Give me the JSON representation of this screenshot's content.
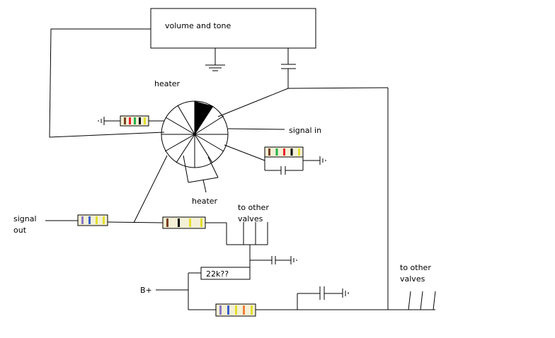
{
  "labels": {
    "volume_tone": "volume and tone",
    "heater_top": "heater",
    "heater_bottom": "heater",
    "signal_in": "signal in",
    "signal_out_line1": "signal",
    "signal_out_line2": "out",
    "other_valves_mid_line1": "to other",
    "other_valves_mid_line2": "valves",
    "other_valves_right_line1": "to other",
    "other_valves_right_line2": "valves",
    "resistor_value": "22k??",
    "supply": "B+"
  },
  "colors": {
    "wire": "#000000",
    "resistor_body": "#f4f0d6",
    "band_brown": "#7b3f1e",
    "band_black": "#000000",
    "band_green": "#22b04a",
    "band_red": "#e8202a",
    "band_yellow": "#e3df2e",
    "band_purple": "#8a78c8",
    "band_blue": "#3a5fd0",
    "band_orange": "#f08040",
    "valve_segment_filled": "#000000"
  },
  "resistors": [
    {
      "name": "cathode-resistor-left",
      "bands": [
        "band_brown",
        "band_red",
        "band_green",
        "band_black",
        "band_yellow"
      ]
    },
    {
      "name": "cathode-resistor-right",
      "bands": [
        "band_brown",
        "band_green",
        "band_red",
        "band_black",
        "band_yellow"
      ]
    },
    {
      "name": "output-resistor",
      "bands": [
        "band_purple",
        "band_blue",
        "band_yellow",
        "band_yellow"
      ]
    },
    {
      "name": "plate-resistor",
      "bands": [
        "band_brown",
        "band_black",
        "band_yellow",
        "band_yellow"
      ]
    },
    {
      "name": "supply-resistor",
      "bands": [
        "band_purple",
        "band_blue",
        "band_yellow",
        "band_orange",
        "band_yellow"
      ]
    }
  ]
}
